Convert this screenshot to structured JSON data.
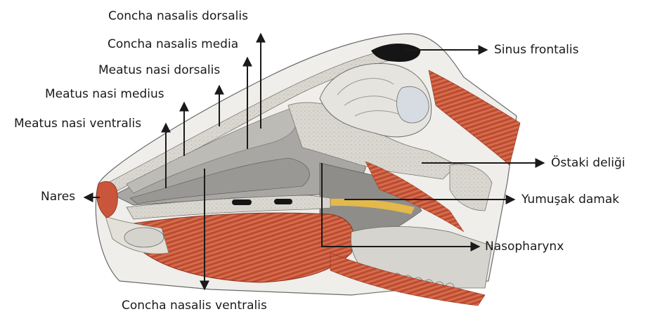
{
  "labels": {
    "concha_nasalis_dorsalis": "Concha nasalis dorsalis",
    "concha_nasalis_media": "Concha nasalis media",
    "meatus_nasi_dorsalis": "Meatus nasi dorsalis",
    "meatus_nasi_medius": "Meatus nasi medius",
    "meatus_nasi_ventralis": "Meatus nasi ventralis",
    "nares": "Nares",
    "concha_nasalis_ventralis": "Concha nasalis ventralis",
    "sinus_frontalis": "Sinus frontalis",
    "ostaki_deligi": "Östaki deliği",
    "yumusak_damak": "Yumuşak damak",
    "nasopharynx": "Nasopharynx"
  },
  "colors": {
    "bone": "#d8d6cf",
    "mucosa": "#a9a7a3",
    "muscle": "#c9553a",
    "muscle_dark": "#8e2f1e",
    "brain": "#e6e4df",
    "fat": "#e2b94a",
    "sinus": "#151515",
    "line": "#1a1a1a"
  }
}
